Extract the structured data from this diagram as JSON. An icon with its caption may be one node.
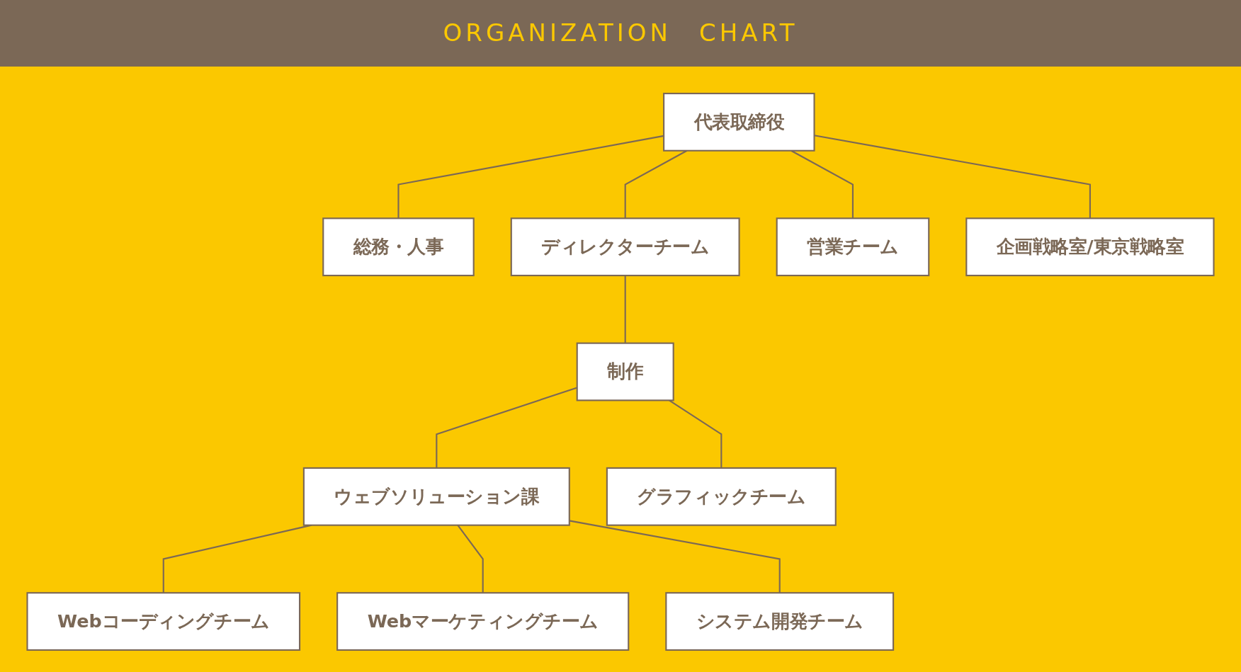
{
  "diagram": {
    "title": "ORGANIZATION　CHART",
    "nodes": [
      {
        "text": [
          "代表取締役"
        ]
      },
      {
        "text": [
          "総務・人事"
        ]
      },
      {
        "text": [
          "ディレクターチーム"
        ]
      },
      {
        "text": [
          "営業チーム"
        ]
      },
      {
        "text": [
          "企画戦略室/東京戦略室"
        ]
      },
      {
        "text": [
          "制作"
        ]
      },
      {
        "text": [
          "ウェブソリューション課"
        ]
      },
      {
        "text": [
          "グラフィックチーム"
        ]
      },
      {
        "text": [
          "Webコーディングチーム"
        ]
      },
      {
        "text": [
          "Webマーケティングチーム"
        ]
      },
      {
        "text": [
          "システム開発チーム"
        ]
      }
    ],
    "edges": [
      {
        "from": 0,
        "to": 1,
        "arrow": "none"
      },
      {
        "from": 0,
        "to": 2,
        "arrow": "none"
      },
      {
        "from": 0,
        "to": 3,
        "arrow": "none"
      },
      {
        "from": 0,
        "to": 4,
        "arrow": "none"
      },
      {
        "from": 2,
        "to": 5,
        "arrow": "none"
      },
      {
        "from": 5,
        "to": 6,
        "arrow": "none"
      },
      {
        "from": 5,
        "to": 7,
        "arrow": "none"
      },
      {
        "from": 6,
        "to": 8,
        "arrow": "none"
      },
      {
        "from": 6,
        "to": 9,
        "arrow": "none"
      },
      {
        "from": 6,
        "to": 10,
        "arrow": "none"
      }
    ]
  }
}
